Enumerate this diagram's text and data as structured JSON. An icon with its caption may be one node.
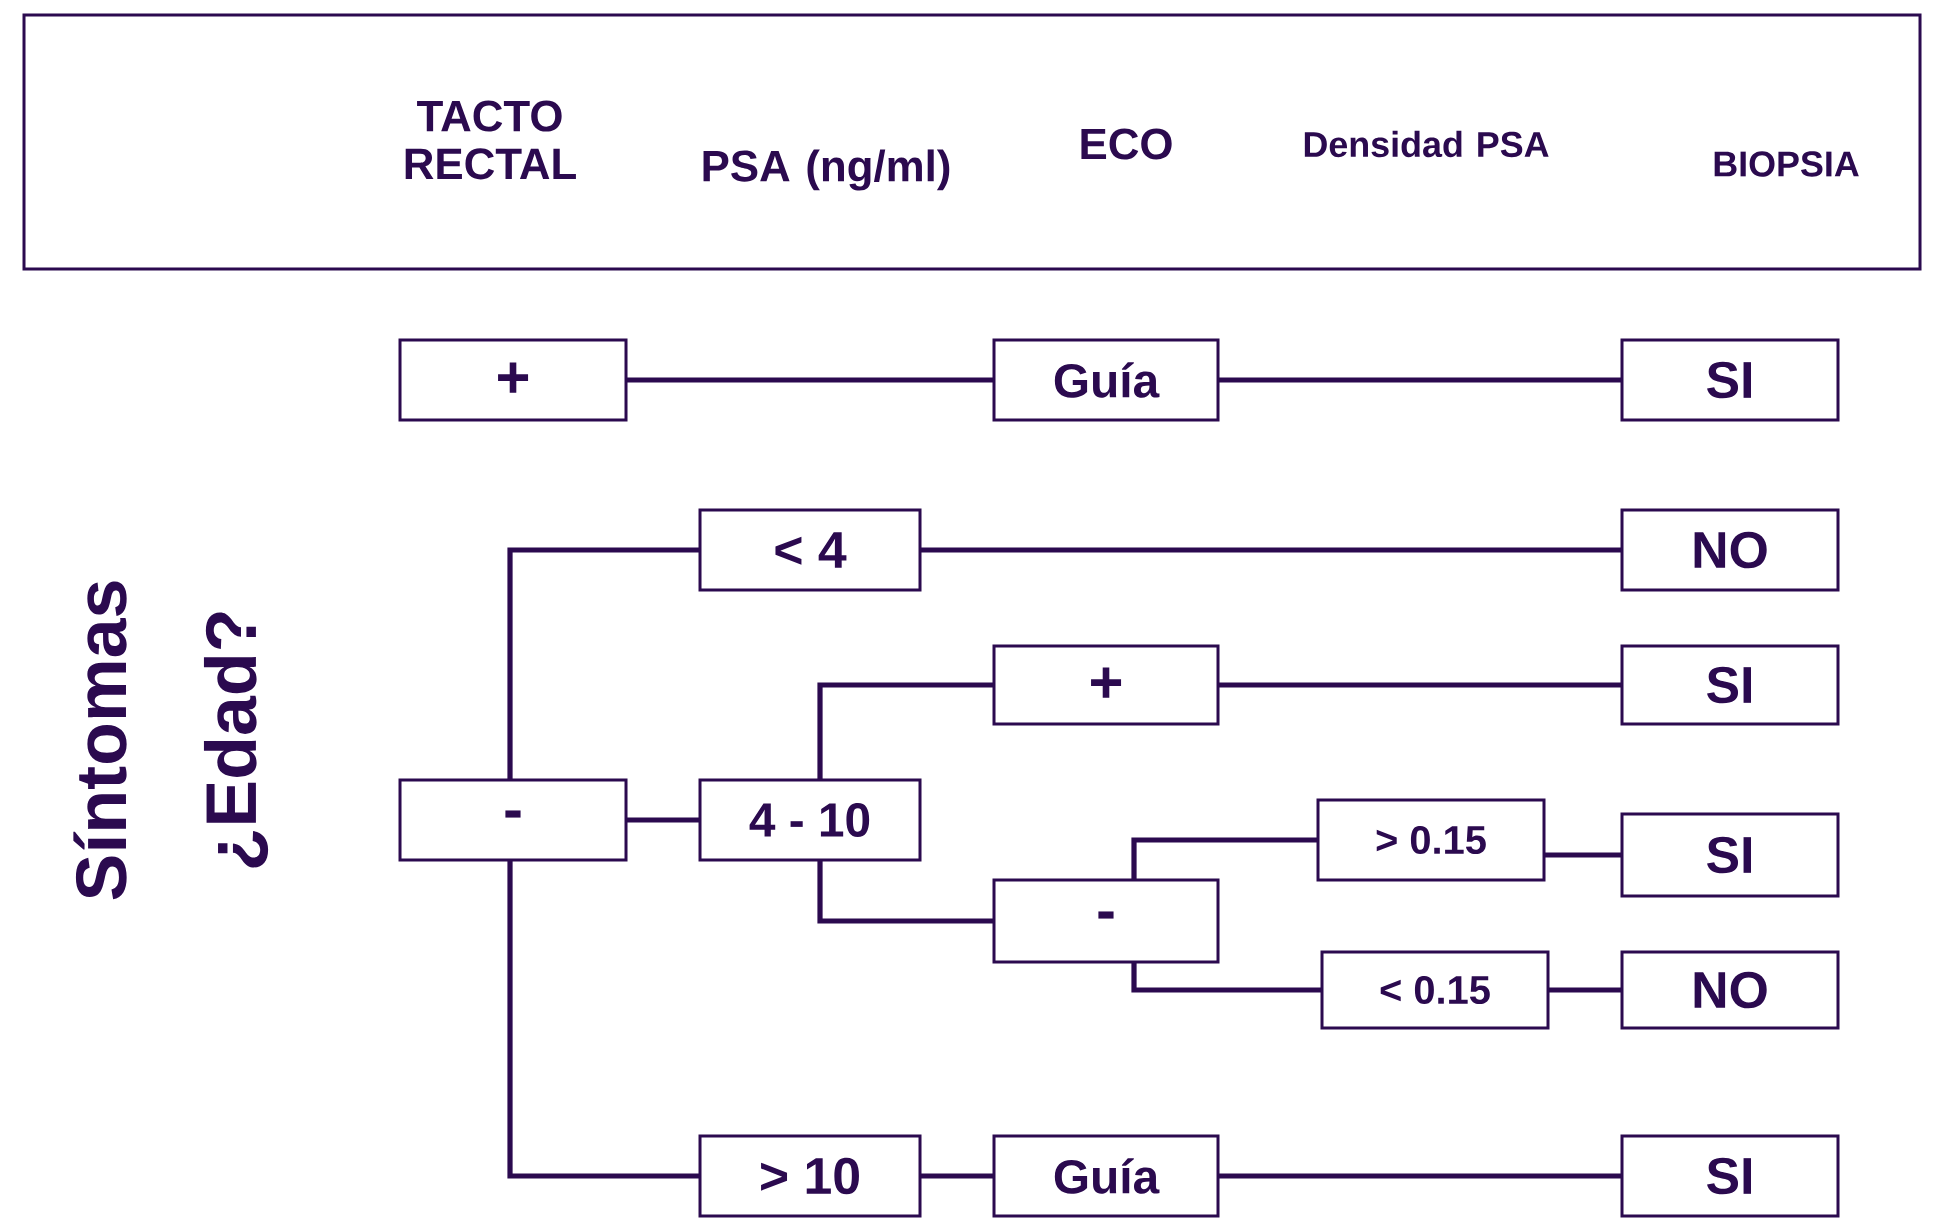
{
  "diagram": {
    "nodes": [
      {
        "text": [
          "TACTO RECTAL",
          "PSA (ng/ml)",
          "ECO",
          "Densidad PSA",
          "BIOPSIA"
        ]
      },
      {
        "text": [
          "+"
        ]
      },
      {
        "text": [
          "Guía"
        ]
      },
      {
        "text": [
          "SI"
        ]
      },
      {
        "text": [
          "-"
        ]
      },
      {
        "text": [
          "< 4"
        ]
      },
      {
        "text": [
          "NO"
        ]
      },
      {
        "text": [
          "4 - 10"
        ]
      },
      {
        "text": [
          "+"
        ]
      },
      {
        "text": [
          "SI"
        ]
      },
      {
        "text": [
          "-"
        ]
      },
      {
        "text": [
          "> 0.15"
        ]
      },
      {
        "text": [
          "SI"
        ]
      },
      {
        "text": [
          "< 0.15"
        ]
      },
      {
        "text": [
          "NO"
        ]
      },
      {
        "text": [
          "> 10"
        ]
      },
      {
        "text": [
          "Guía"
        ]
      },
      {
        "text": [
          "SI"
        ]
      }
    ],
    "edges": [
      {
        "from": 1,
        "to": 2,
        "arrow": "none"
      },
      {
        "from": 2,
        "to": 3,
        "arrow": "none"
      },
      {
        "from": 4,
        "to": 5,
        "arrow": "none"
      },
      {
        "from": 5,
        "to": 6,
        "arrow": "none"
      },
      {
        "from": 4,
        "to": 7,
        "arrow": "none"
      },
      {
        "from": 7,
        "to": 8,
        "arrow": "none"
      },
      {
        "from": 8,
        "to": 9,
        "arrow": "none"
      },
      {
        "from": 7,
        "to": 10,
        "arrow": "none"
      },
      {
        "from": 10,
        "to": 11,
        "arrow": "none"
      },
      {
        "from": 11,
        "to": 12,
        "arrow": "none"
      },
      {
        "from": 10,
        "to": 13,
        "arrow": "none"
      },
      {
        "from": 13,
        "to": 14,
        "arrow": "none"
      },
      {
        "from": 4,
        "to": 15,
        "arrow": "none"
      },
      {
        "from": 15,
        "to": 16,
        "arrow": "none"
      },
      {
        "from": 16,
        "to": 17,
        "arrow": "none"
      }
    ],
    "labels": [
      "Síntomas",
      "¿Edad?"
    ]
  }
}
